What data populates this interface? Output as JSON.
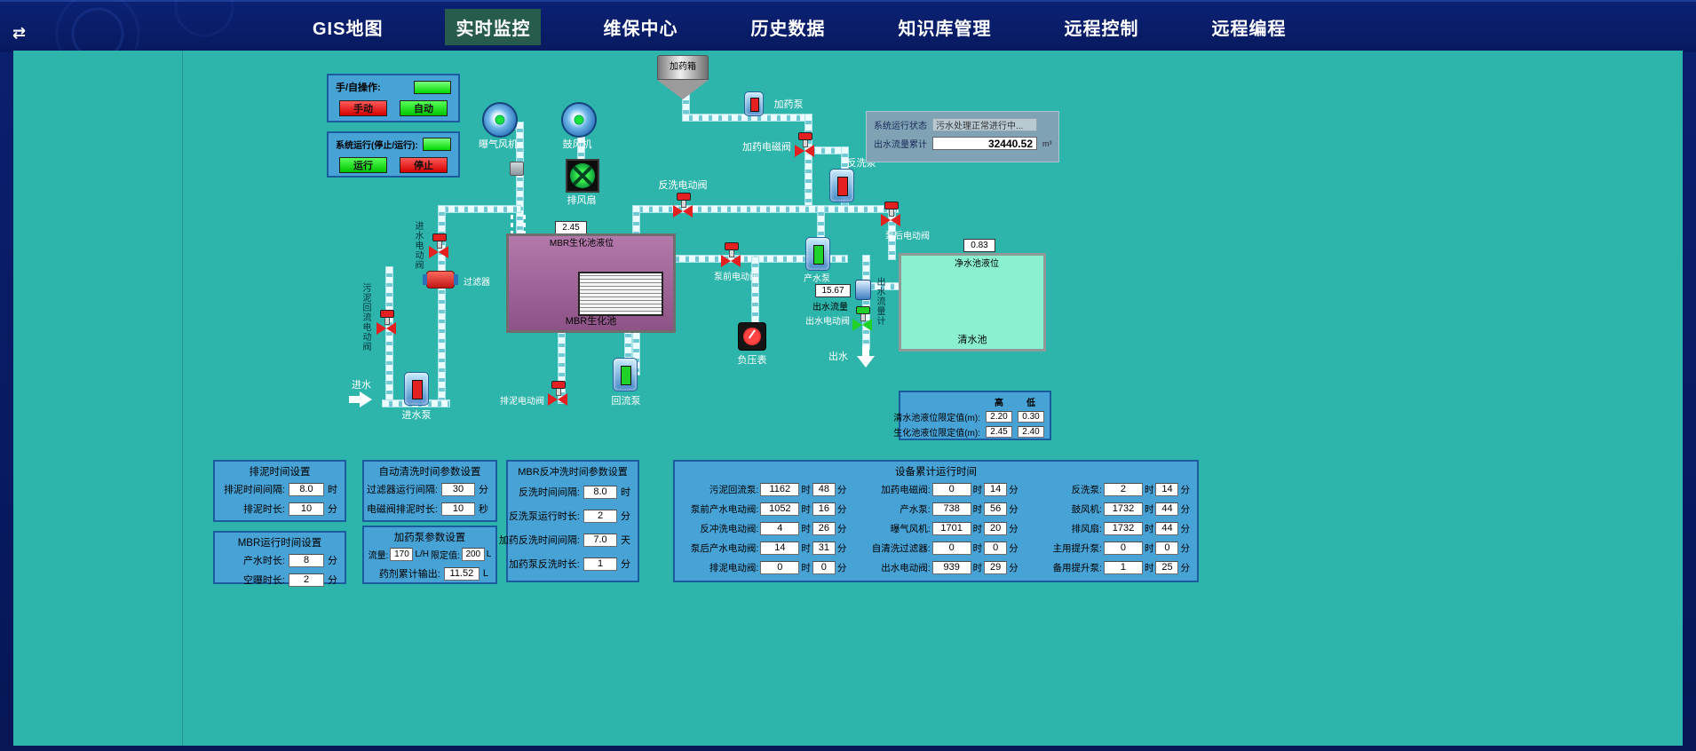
{
  "header": {
    "toggle_icon": "⇄",
    "tabs": [
      "GIS地图",
      "实时监控",
      "维保中心",
      "历史数据",
      "知识库管理",
      "远程控制",
      "远程编程"
    ]
  },
  "control_panels": {
    "mode": {
      "label": "手/自操作:",
      "manual_btn": "手动",
      "auto_btn": "自动"
    },
    "run": {
      "label": "系统运行(停止/运行):",
      "run_btn": "运行",
      "stop_btn": "停止"
    }
  },
  "status_panel": {
    "state_label": "系统运行状态",
    "state_value": "污水处理正常进行中...",
    "flow_label": "出水流量累计",
    "flow_value": "32440.52",
    "flow_unit": "m³"
  },
  "scada": {
    "aeration_blower": "曝气风机",
    "blower": "鼓风机",
    "dosing_tank": "加药箱",
    "dosing_pump": "加药泵",
    "dosing_solenoid": "加药电磁阀",
    "backwash_pump": "反洗泵",
    "backwash_valve": "反洗电动阀",
    "exhaust_fan": "排风扇",
    "mbr_level_label": "MBR生化池液位",
    "mbr_level": "2.45",
    "mbr_tank": "MBR生化池",
    "pre_pump_valve": "泵前电动阀",
    "product_pump": "产水泵",
    "post_pump_valve": "泵后电动阀",
    "clean_level_label": "净水池液位",
    "clean_level": "0.83",
    "clean_tank": "清水池",
    "outflow_label": "出水流量",
    "outflow_value": "15.67",
    "outflow_meter": "出水流量计",
    "outflow_valve": "出水电动阀",
    "outflow": "出水",
    "vacuum_gauge": "负压表",
    "return_pump": "回流泵",
    "sludge_valve": "排泥电动阀",
    "inflow": "进水",
    "inflow_pump": "进水泵",
    "filter": "过滤器",
    "inflow_valve": "进水电动阀",
    "sludge_return_valve": "污泥回流电动阀"
  },
  "limits": {
    "high": "高",
    "low": "低",
    "rows": [
      {
        "label": "清水池液位限定值(m):",
        "high": "2.20",
        "low": "0.30"
      },
      {
        "label": "生化池液位限定值(m):",
        "high": "2.45",
        "low": "2.40"
      }
    ]
  },
  "panel_sludge": {
    "title": "排泥时间设置",
    "rows": [
      {
        "label": "排泥时间间隔:",
        "value": "8.0",
        "unit": "时"
      },
      {
        "label": "排泥时长:",
        "value": "10",
        "unit": "分"
      }
    ]
  },
  "panel_mbr": {
    "title": "MBR运行时间设置",
    "rows": [
      {
        "label": "产水时长:",
        "value": "8",
        "unit": "分"
      },
      {
        "label": "空曝时长:",
        "value": "2",
        "unit": "分"
      }
    ]
  },
  "panel_clean": {
    "title": "自动清洗时间参数设置",
    "rows": [
      {
        "label": "过滤器运行间隔:",
        "value": "30",
        "unit": "分"
      },
      {
        "label": "电磁阀排泥时长:",
        "value": "10",
        "unit": "秒"
      }
    ]
  },
  "panel_dosing": {
    "title": "加药泵参数设置",
    "flow_label": "流量:",
    "flow_value": "170",
    "flow_unit": "L/H",
    "limit_label": "限定值:",
    "limit_value": "200",
    "limit_unit": "L",
    "total_label": "药剂累计输出:",
    "total_value": "11.52",
    "total_unit": "L"
  },
  "panel_backwash": {
    "title": "MBR反冲洗时间参数设置",
    "rows": [
      {
        "label": "反洗时间间隔:",
        "value": "8.0",
        "unit": "时"
      },
      {
        "label": "反洗泵运行时长:",
        "value": "2",
        "unit": "分"
      },
      {
        "label": "加药反洗时间间隔:",
        "value": "7.0",
        "unit": "天"
      },
      {
        "label": "加药泵反洗时长:",
        "value": "1",
        "unit": "分"
      }
    ]
  },
  "runtime": {
    "title": "设备累计运行时间",
    "hour_unit": "时",
    "minute_unit": "分",
    "columns": [
      [
        {
          "label": "污泥回流泵:",
          "h": "1162",
          "m": "48"
        },
        {
          "label": "泵前产水电动阀:",
          "h": "1052",
          "m": "16"
        },
        {
          "label": "反冲洗电动阀:",
          "h": "4",
          "m": "26"
        },
        {
          "label": "泵后产水电动阀:",
          "h": "14",
          "m": "31"
        },
        {
          "label": "排泥电动阀:",
          "h": "0",
          "m": "0"
        }
      ],
      [
        {
          "label": "加药电磁阀:",
          "h": "0",
          "m": "14"
        },
        {
          "label": "产水泵:",
          "h": "738",
          "m": "56"
        },
        {
          "label": "曝气风机:",
          "h": "1701",
          "m": "20"
        },
        {
          "label": "自清洗过滤器:",
          "h": "0",
          "m": "0"
        },
        {
          "label": "出水电动阀:",
          "h": "939",
          "m": "29"
        }
      ],
      [
        {
          "label": "反洗泵:",
          "h": "2",
          "m": "14"
        },
        {
          "label": "鼓风机:",
          "h": "1732",
          "m": "44"
        },
        {
          "label": "排风扇:",
          "h": "1732",
          "m": "44"
        },
        {
          "label": "主用提升泵:",
          "h": "0",
          "m": "0"
        },
        {
          "label": "备用提升泵:",
          "h": "1",
          "m": "25"
        }
      ]
    ]
  }
}
